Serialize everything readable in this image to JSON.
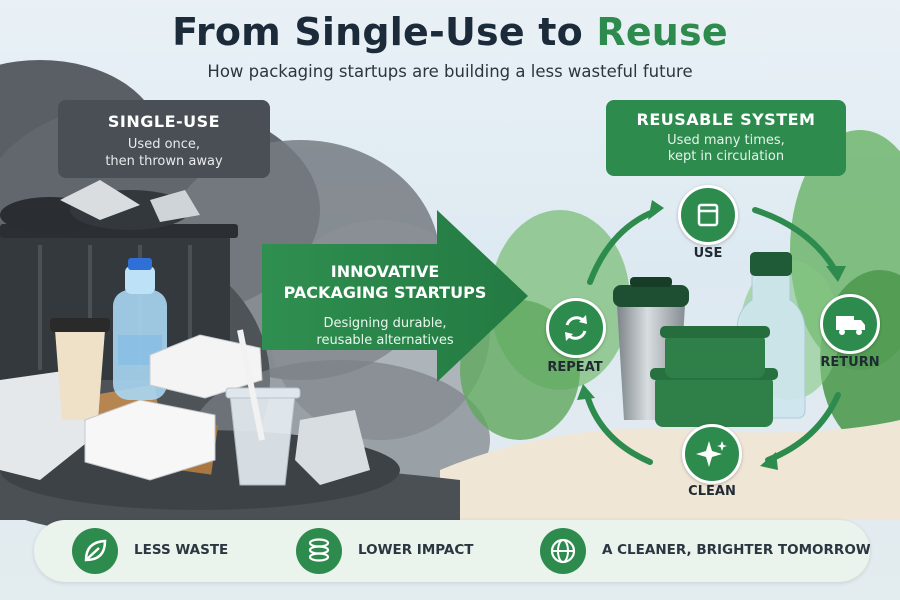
{
  "title": {
    "part1": "From Single-Use to ",
    "part2": "Reuse"
  },
  "subtitle": "How packaging startups are building a less wasteful future",
  "single_use": {
    "heading": "SINGLE-USE",
    "desc_line1": "Used once,",
    "desc_line2": "then thrown away"
  },
  "reusable": {
    "heading": "REUSABLE SYSTEM",
    "desc_line1": "Used many times,",
    "desc_line2": "kept in circulation"
  },
  "middle_arrow": {
    "heading_line1": "INNOVATIVE",
    "heading_line2": "PACKAGING STARTUPS",
    "desc_line1": "Designing durable,",
    "desc_line2": "reusable alternatives"
  },
  "cycle": {
    "use": "USE",
    "return": "RETURN",
    "clean": "CLEAN",
    "repeat": "REPEAT",
    "icons": [
      "cup-icon",
      "truck-icon",
      "sparkle-icon",
      "refresh-icon"
    ]
  },
  "benefits": [
    {
      "label": "LESS WASTE",
      "icon": "leaf-icon"
    },
    {
      "label": "LOWER IMPACT",
      "icon": "coin-stack-icon"
    },
    {
      "label": "A CLEANER, BRIGHTER TOMORROW",
      "icon": "globe-icon"
    }
  ],
  "colors": {
    "accent": "#2e8b4e",
    "dark": "#1b2b3a",
    "panel_grey": "#4a4f55"
  }
}
